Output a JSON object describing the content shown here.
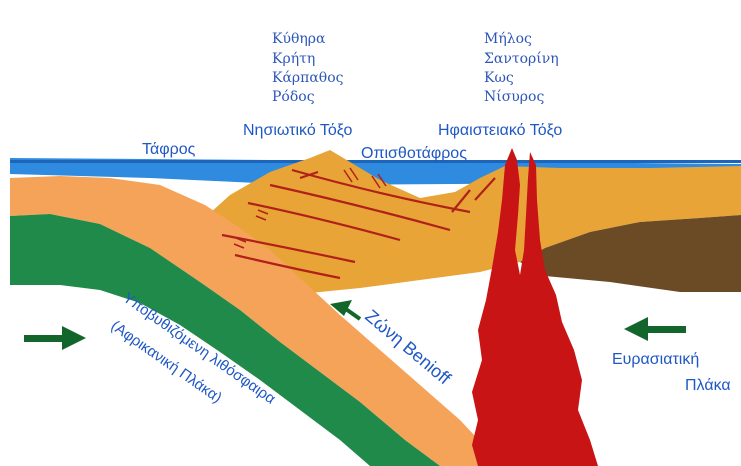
{
  "islands_arc_list": [
    "Κύθηρα",
    "Κρήτη",
    "Κάρπαθος",
    "Ρόδος"
  ],
  "volcanic_arc_list": [
    "Μήλος",
    "Σαντορίνη",
    "Κως",
    "Νίσυρος"
  ],
  "labels": {
    "trench": "Τάφρος",
    "island_arc": "Νησιωτικό Τόξο",
    "volcanic_arc": "Ηφαιστειακό Τόξο",
    "back_arc": "Οπισθοτάφρος",
    "benioff": "Ζώνη Benioff",
    "subducting_line1": "Υποβυθιζόμενη λιθόσφαιρα",
    "subducting_line2": "(Αφρικανική Πλάκα)",
    "eurasian_line1": "Ευρασιατική",
    "eurasian_line2": "Πλάκα"
  },
  "colors": {
    "sea": "#2f8be0",
    "crust_orange": "#e8a437",
    "slab_orange": "#f6a35a",
    "slab_green": "#1f8a4a",
    "eurasian_brown": "#6b4a26",
    "magma": "#c81414",
    "faults": "#b0211a",
    "label_blue": "#1f58c4",
    "arrow_green": "#12662c"
  }
}
